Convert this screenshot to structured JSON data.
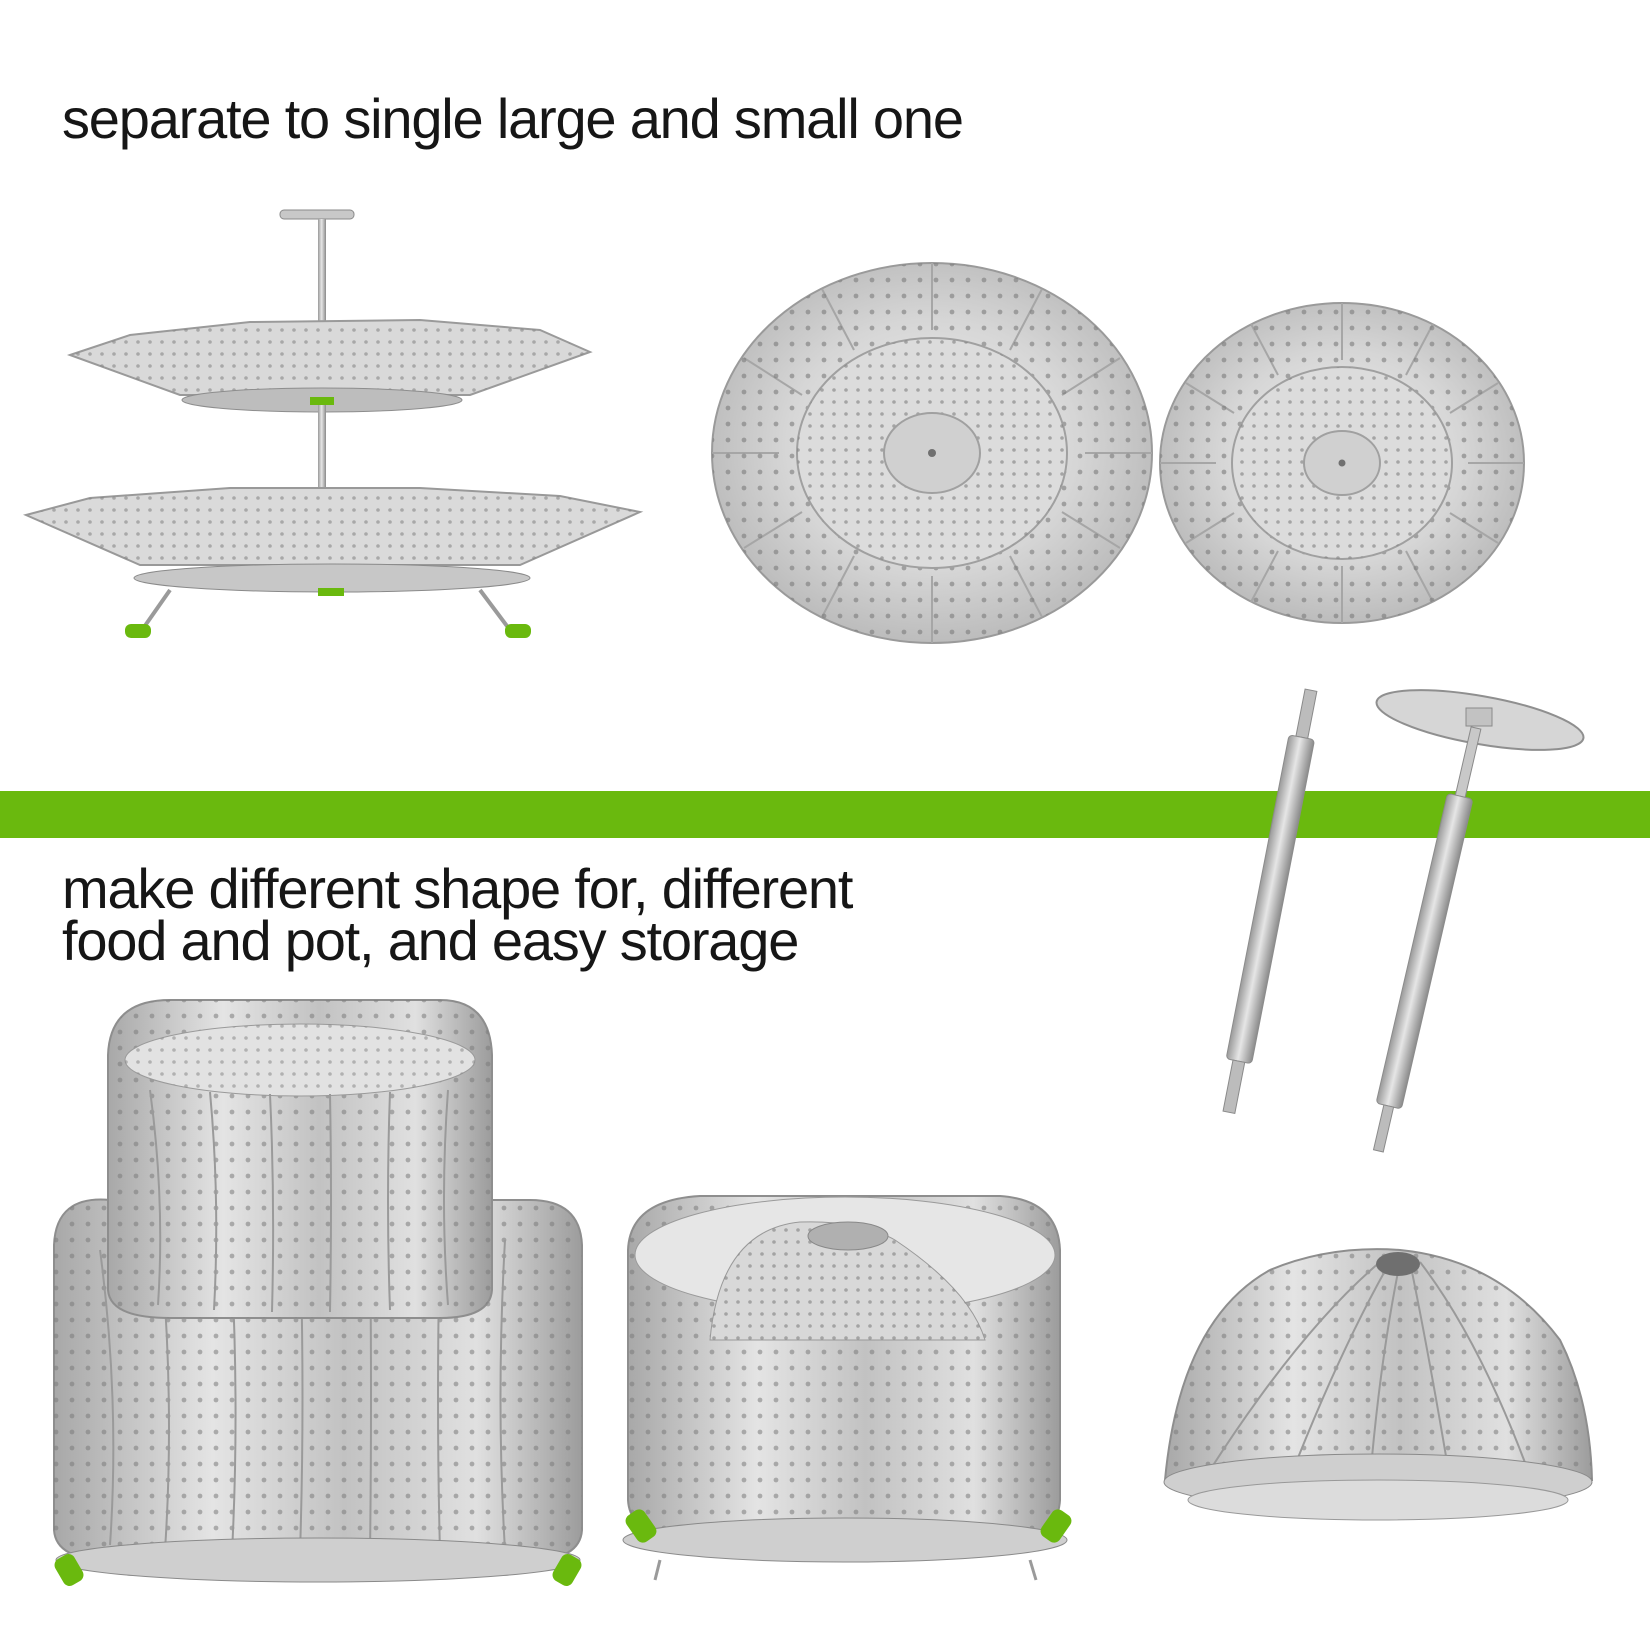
{
  "captions": {
    "top": "separate to single  large and small one",
    "bottom_line_1": "make different shape for, different",
    "bottom_line_2": "food and pot, and easy storage"
  },
  "colors": {
    "accent_green": "#6ab90e",
    "steel_light": "#e8e8e8",
    "steel_mid": "#c4c4c4",
    "steel_dark": "#8f8f8f",
    "text": "#161616"
  }
}
